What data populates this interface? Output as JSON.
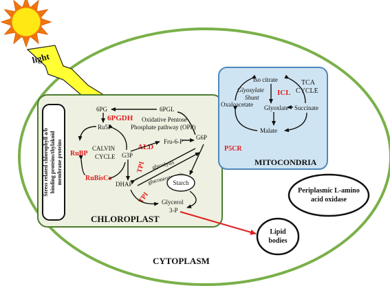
{
  "sun_label": "light",
  "chloroplast": {
    "title": "CHLOROPLAST",
    "side_box": [
      "Stress related chlorophyll a/b",
      "binding proteins/thylakoid",
      "membrane proteins"
    ],
    "ppp": [
      "Oxidative Pentose",
      "Phosphate pathway (OPP)"
    ],
    "nodes": {
      "pg6": "6PG",
      "pgl6": "6PGL",
      "g6p": "G6P",
      "ru5p": "Ru5P",
      "rubp": "RuBP",
      "calvin1": "CALVIN",
      "calvin2": "CYCLE",
      "g3p": "G3P",
      "fru6p": "Fru-6-P",
      "dhap": "DHAP",
      "starch": "Starch",
      "glycerol1": "Glycerol",
      "glycerol2": "3-P",
      "glycolysis": "glycolysis",
      "gluconeogenesis": "gluconeogenesis"
    },
    "enzymes": {
      "pgdh": "6PGDH",
      "ald": "ALD",
      "rubisco": "RuBisCo",
      "tpi1": "TPI",
      "tpi2": "TPI"
    }
  },
  "mitochondria": {
    "title": "MITOCONDRIA",
    "nodes": {
      "iso": "Iso citrate",
      "tca1": "TCA",
      "tca2": "CYCLE",
      "glyox1": "Glyoxylate",
      "glyox2": "Shunt",
      "oxalo": "Oxaloacetate",
      "glyoxylate": "Glyoxlate",
      "succinate": "Succinate",
      "malate": "Malate"
    },
    "enzymes": {
      "icl": "ICL",
      "p5cr": "P5CR"
    }
  },
  "periplasmic": [
    "Periplasmic L-amino",
    "acid oxidase"
  ],
  "lipid": [
    "Lipid",
    "bodies"
  ],
  "cytoplasm": "CYTOPLASM",
  "colors": {
    "cell_fill": "#ffffff",
    "cell_stroke": "#7ab04a",
    "chloro_fill": "#eef1e1",
    "chloro_stroke": "#4a7c2e",
    "mito_fill": "#cfe4f2",
    "mito_stroke": "#4f86b8",
    "enzyme_red": "#e02020",
    "sun_yellow": "#ffe814",
    "sun_orange": "#f07a10",
    "lightning": "#ffff33"
  }
}
